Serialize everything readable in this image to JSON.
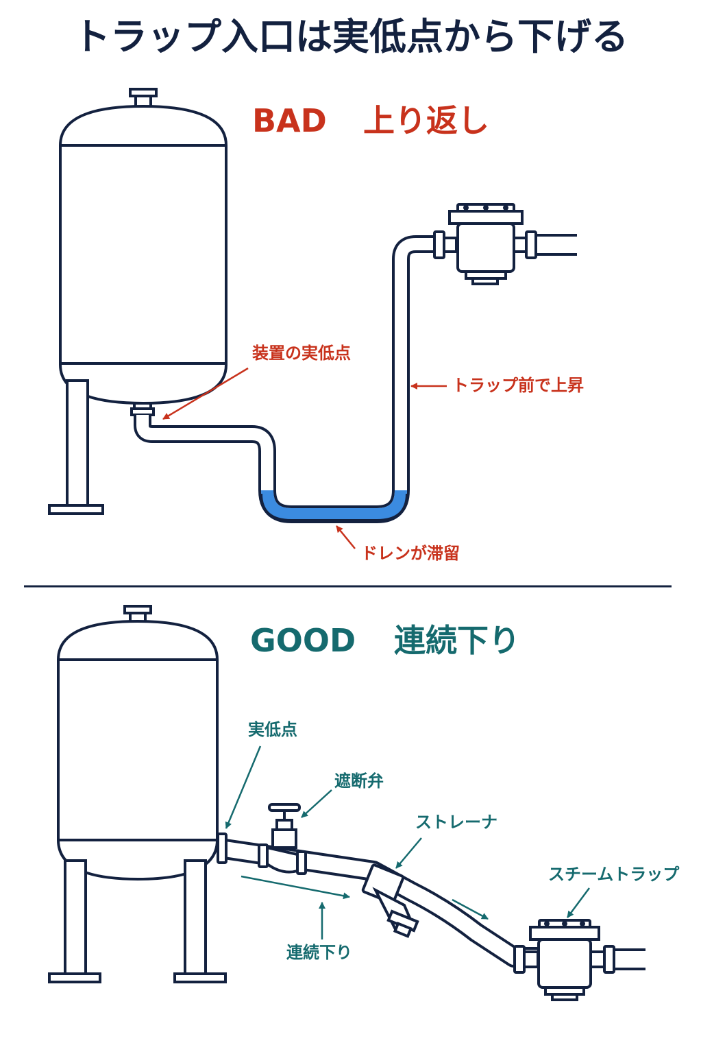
{
  "colors": {
    "navy": "#13213f",
    "bad": "#c8321c",
    "good": "#156a6e",
    "water": "#3b8be0",
    "background": "#ffffff"
  },
  "title": "トラップ入口は実低点から下げる",
  "bad": {
    "heading_en": "BAD",
    "heading_jp": "上り返し",
    "label_lowest_point": "装置の実低点",
    "label_rise": "トラップ前で上昇",
    "label_drain": "ドレンが滞留"
  },
  "good": {
    "heading_en": "GOOD",
    "heading_jp": "連続下り",
    "label_lowest_point": "実低点",
    "label_valve": "遮断弁",
    "label_strainer": "ストレーナ",
    "label_trap": "スチームトラップ",
    "label_slope": "連続下り"
  }
}
